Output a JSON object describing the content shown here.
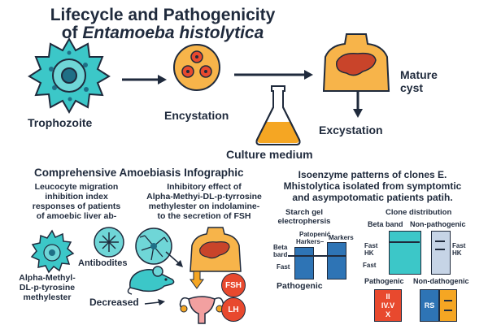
{
  "title": {
    "line1": "Lifecycle and Pathogenicity",
    "line2_prefix": "of ",
    "line2_italic": "Entamoeba histolytica"
  },
  "lifecycle": {
    "trophozoite": "Trophozoite",
    "encystation": "Encystation",
    "culture_medium": "Culture medium",
    "mature_cyst_1": "Mature",
    "mature_cyst_2": "cyst",
    "excystation": "Excystation"
  },
  "left_panel": {
    "heading": "Comprehensive Amoebiasis Infographic",
    "leucocyte_lines": [
      "Leucocyte migration",
      "inhibition index",
      "responses of patients",
      "of amoebic liver ab-"
    ],
    "antibodies": "Antibodites",
    "alpha_lines": [
      "Alpha-Methyl-",
      "DL-p-tyrosine",
      "methylester"
    ],
    "decreased": "Decreased",
    "inhibitory_lines": [
      "Inhibitory effect of",
      "Alpha-Methyi-DL-p-tyrrosine",
      "methylester on indolamine-",
      "to the secretion of FSH"
    ],
    "fsh": "FSH",
    "lh": "LH"
  },
  "right_panel": {
    "heading_lines": [
      "Isoenzyme patterns of clones E.",
      "Mhistolytica isolated from symptomtic",
      "and asympotomatic patients patih."
    ],
    "starch_lines": [
      "Starch gel",
      "electrophersis"
    ],
    "patopenic": "Patopenić",
    "harkers": "Harkers–",
    "markers": "Markers",
    "beta_bard": [
      "Beta",
      "bard"
    ],
    "fast_left": "Fast",
    "pathogenic_left": "Pathogenic",
    "clone_distribution": "Clone distribution",
    "beta_band": "Beta band",
    "non_pathogenic": "Non-pathogenic",
    "fast_hk_1": [
      "Fast",
      "HK"
    ],
    "fast_2": "Fast",
    "fast_hk_3": [
      "Fast",
      "HK"
    ],
    "pathogenic_right": "Pathogenic",
    "non_dathogenic": "Non-dathogenic",
    "box1_lines": [
      "II",
      "IV.V",
      "X"
    ],
    "box2": "RS"
  },
  "colors": {
    "teal": "#3cc7c8",
    "orange": "#f5a623",
    "red": "#e8492e",
    "navy": "#1f2a3c",
    "blue": "#2e74b5",
    "peach": "#f7b44a"
  },
  "icons": [
    "trophozoite-cell-icon",
    "cyst-cells-icon",
    "flask-icon",
    "liver-torso-icon",
    "mouse-icon",
    "uterus-icon"
  ]
}
